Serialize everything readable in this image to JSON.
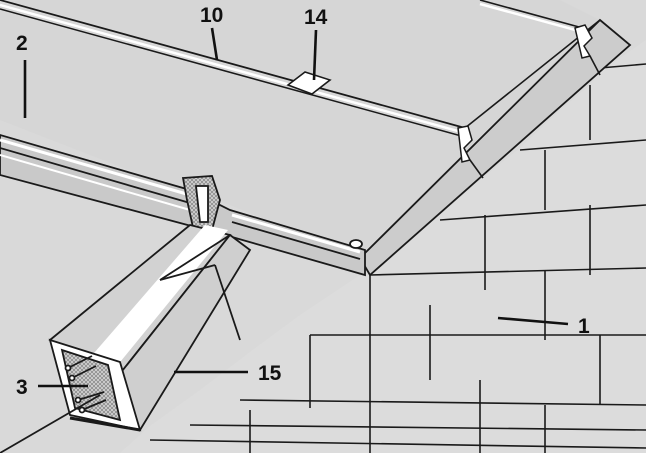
{
  "diagram": {
    "colors": {
      "background": "#d9d9d9",
      "line": "#1a1a1a",
      "highlight": "#ffffff",
      "insulation": "#cfcfcf"
    },
    "callouts": [
      {
        "id": "1",
        "label": "1"
      },
      {
        "id": "2",
        "label": "2"
      },
      {
        "id": "3",
        "label": "3"
      },
      {
        "id": "10",
        "label": "10"
      },
      {
        "id": "14",
        "label": "14"
      },
      {
        "id": "15",
        "label": "15"
      }
    ]
  }
}
